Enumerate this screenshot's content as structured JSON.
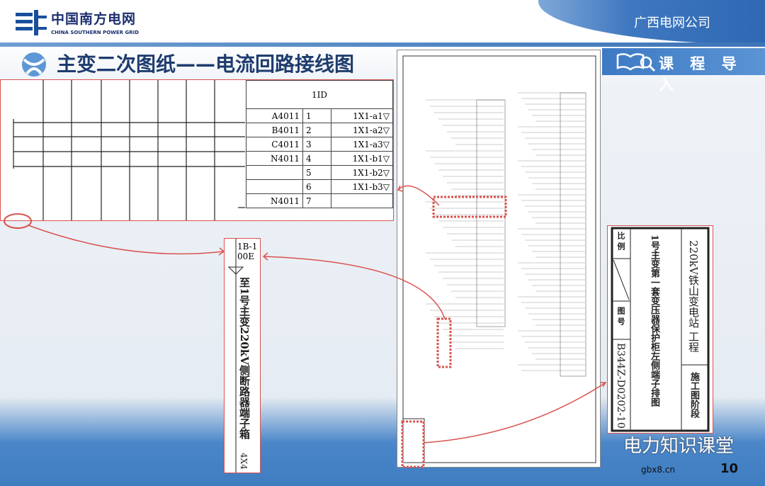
{
  "header": {
    "logo_cn": "中国南方电网",
    "logo_en": "CHINA SOUTHERN POWER GRID",
    "company": "广西电网公司"
  },
  "slide": {
    "title": "主变二次图纸——电流回路接线图",
    "section": "课 程 导 入",
    "page_number": "10"
  },
  "terminal_table": {
    "title": "1ID",
    "rows": [
      {
        "wire": "A4011",
        "no": "1",
        "target": "1X1-a1▽"
      },
      {
        "wire": "B4011",
        "no": "2",
        "target": "1X1-a2▽"
      },
      {
        "wire": "C4011",
        "no": "3",
        "target": "1X1-a3▽"
      },
      {
        "wire": "N4011",
        "no": "4",
        "target": "1X1-b1▽"
      },
      {
        "wire": "",
        "no": "5",
        "target": "1X1-b2▽"
      },
      {
        "wire": "",
        "no": "6",
        "target": "1X1-b3▽"
      },
      {
        "wire": "N4011",
        "no": "7",
        "target": ""
      }
    ]
  },
  "cable_label": {
    "code": "1B-100E",
    "name": "至1号主变220kV侧断路器端子箱",
    "spec": "4X4"
  },
  "title_block": {
    "project": "220kV铁山变电站 工程",
    "stage": "施工图阶段",
    "drawing_name": "1号主变第一套变压器保护柜左侧端子排图",
    "scale_label": "比 例",
    "number_label": "图 号",
    "number": "B344Z-D0202-10"
  },
  "watermark": {
    "text": "电力知识课堂",
    "site": "gbx8.cn"
  },
  "colors": {
    "brand_blue": "#1e3c6e",
    "highlight_red": "#d9534f"
  }
}
